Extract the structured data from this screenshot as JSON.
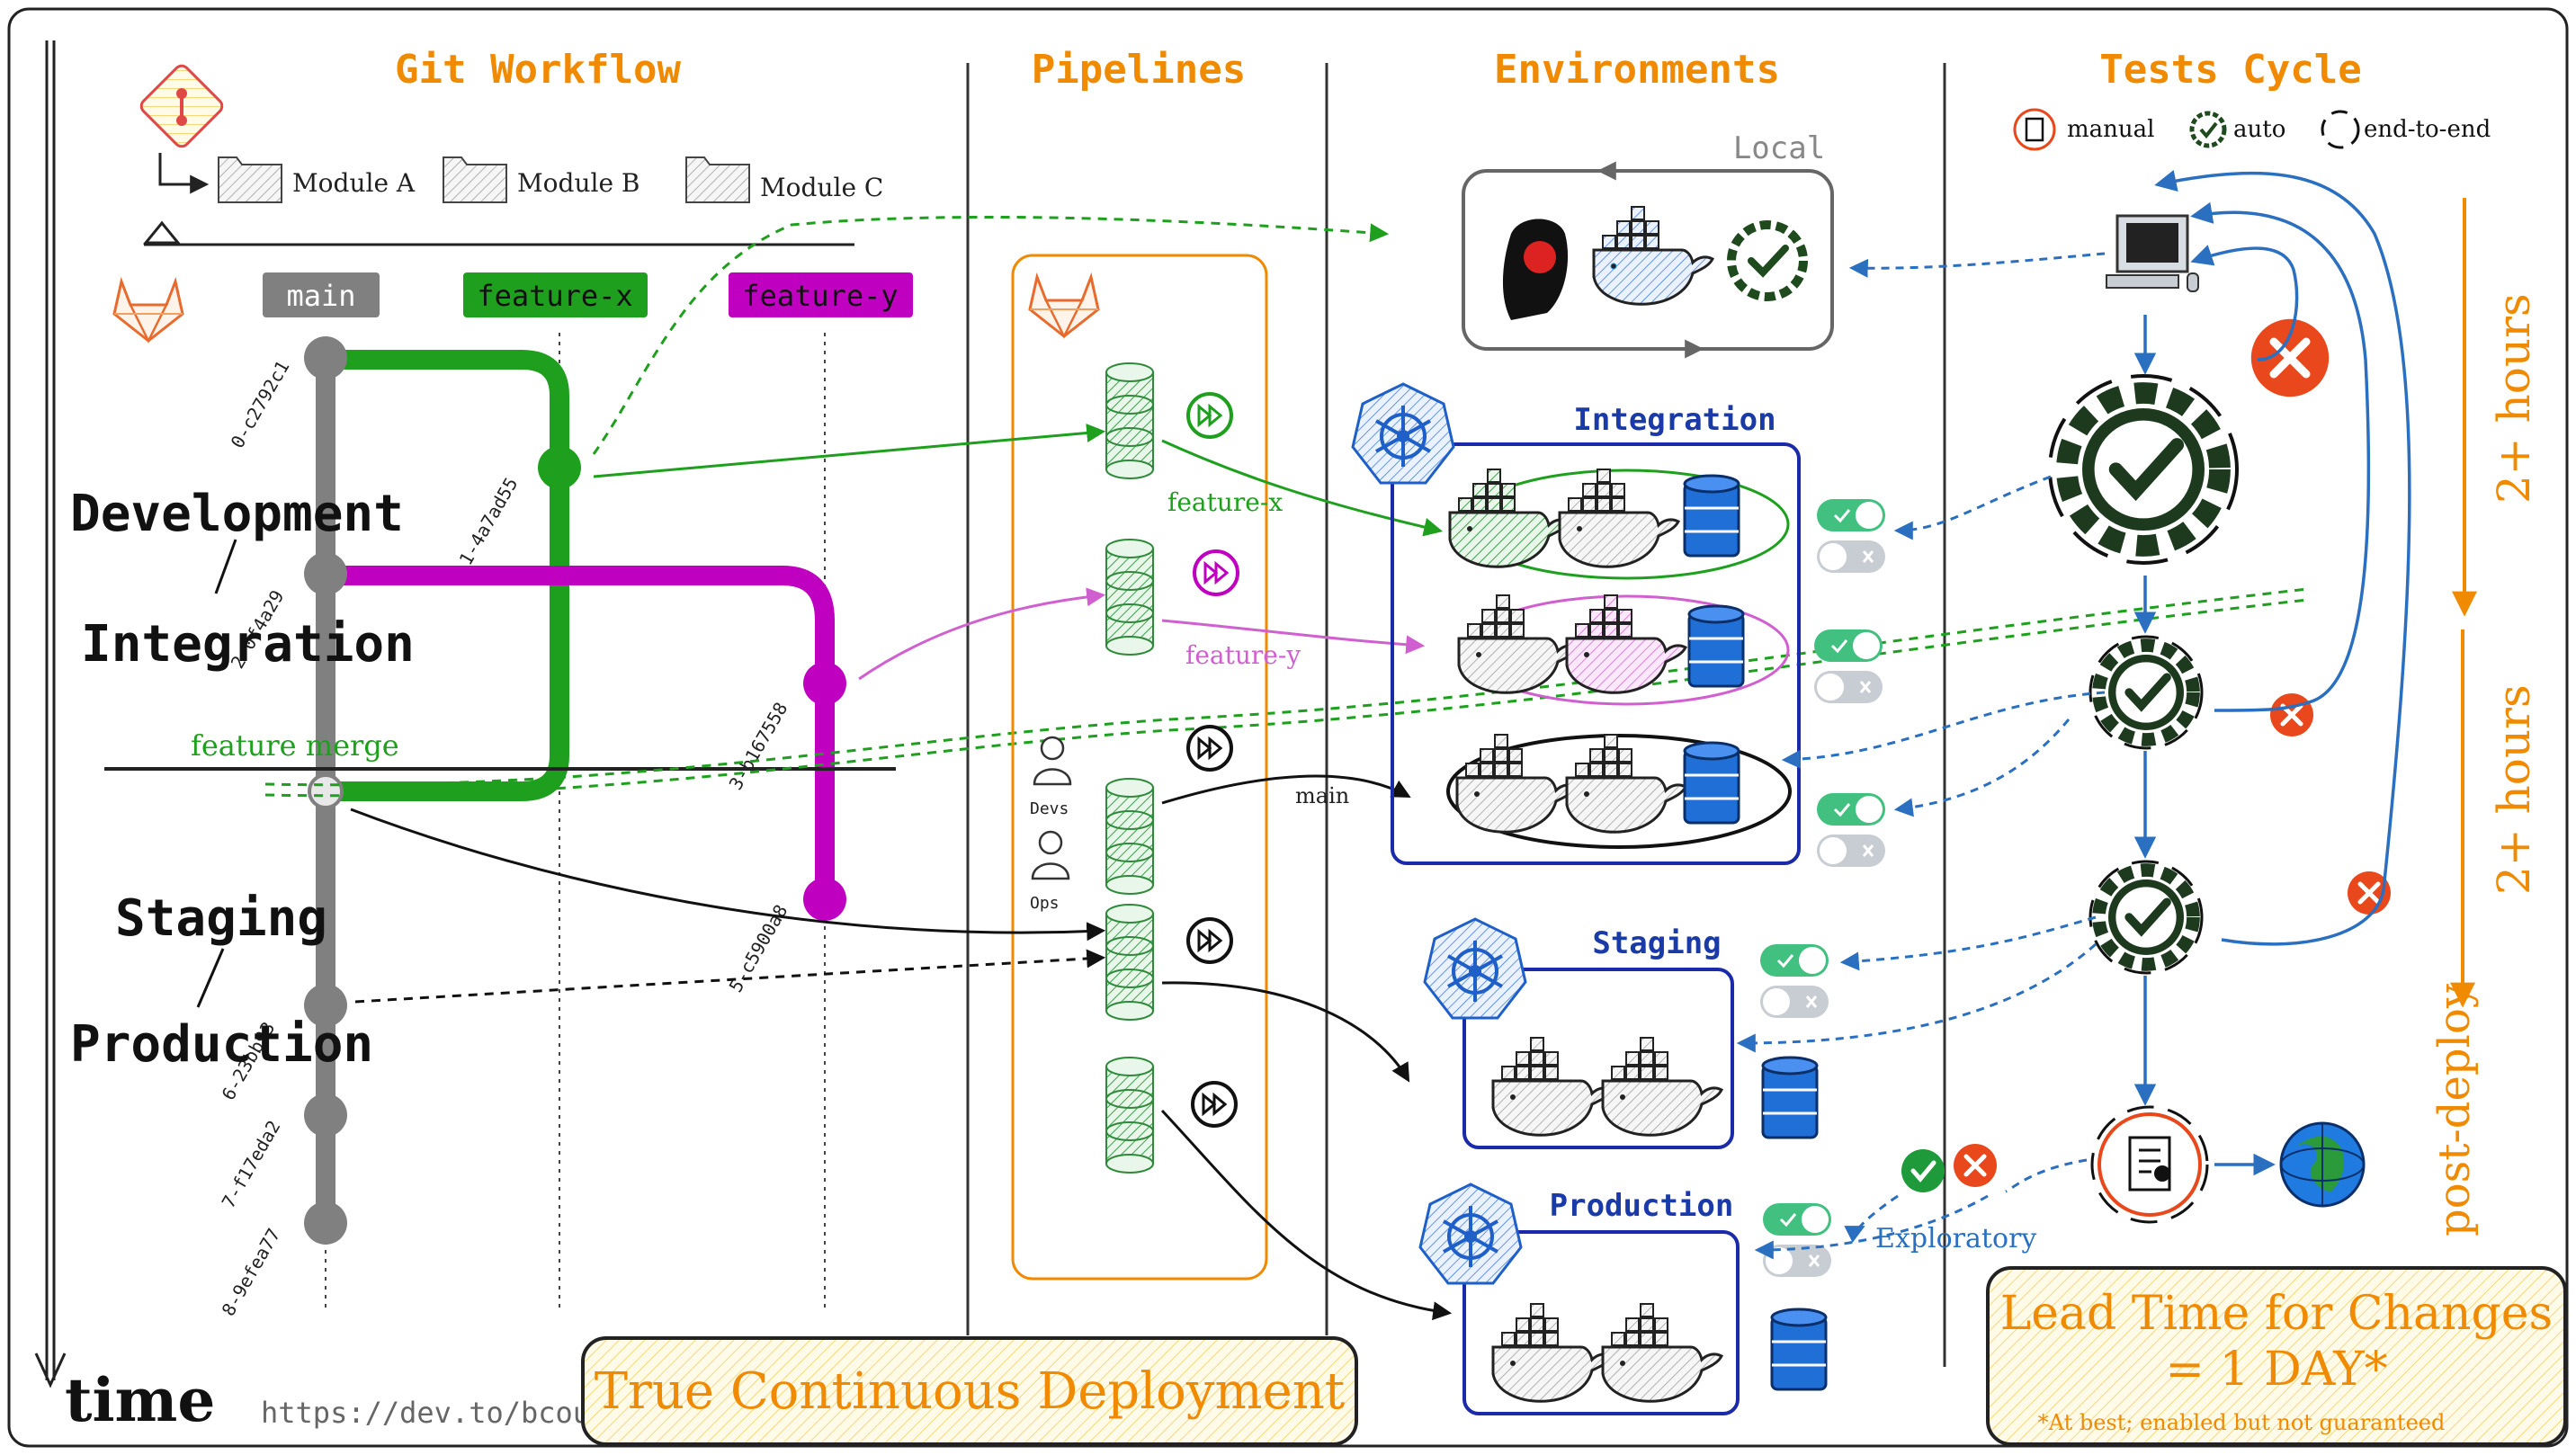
{
  "sections": {
    "git_workflow": "Git Workflow",
    "pipelines": "Pipelines",
    "environments": "Environments",
    "tests_cycle": "Tests Cycle"
  },
  "modules": [
    "Module A",
    "Module B",
    "Module C"
  ],
  "branches": {
    "main": "main",
    "feature_x": "feature-x",
    "feature_y": "feature-y"
  },
  "commits": [
    "0-c2792c1",
    "1-4a7ad55",
    "2-0f4a29",
    "3-b167558",
    "5-c5900a8",
    "6-23bb93",
    "7-f17eda2",
    "8-9efea77"
  ],
  "stages": {
    "development": "Development",
    "integration": "Integration",
    "staging": "Staging",
    "production": "Production"
  },
  "feature_merge": "feature merge",
  "time_label": "time",
  "source_url": "https://dev.to/bcouetil",
  "pipelines": {
    "feature_x": "feature-x",
    "feature_y": "feature-y",
    "main": "main",
    "devs": "Devs",
    "ops": "Ops"
  },
  "environments": {
    "local": "Local",
    "integration": "Integration",
    "staging": "Staging",
    "production": "Production"
  },
  "tests_legend": {
    "manual": "manual",
    "auto": "auto",
    "end_to_end": "end-to-end"
  },
  "exploratory": "Exploratory",
  "durations": [
    "2+ hours",
    "2+ hours"
  ],
  "post_deploy": "post-deploy",
  "banner": "True Continuous Deployment",
  "lead_time": {
    "line1": "Lead Time for Changes",
    "line2": "= 1 DAY*",
    "note": "*At best; enabled but not guaranteed"
  },
  "colors": {
    "orange": "#f08a00",
    "green": "#1ea01e",
    "magenta": "#c000c0",
    "blue": "#1a3aa8",
    "gray": "#808080",
    "test_blue": "#2a6fc0",
    "red": "#e8481c",
    "dark_green": "#1e4a1e"
  }
}
